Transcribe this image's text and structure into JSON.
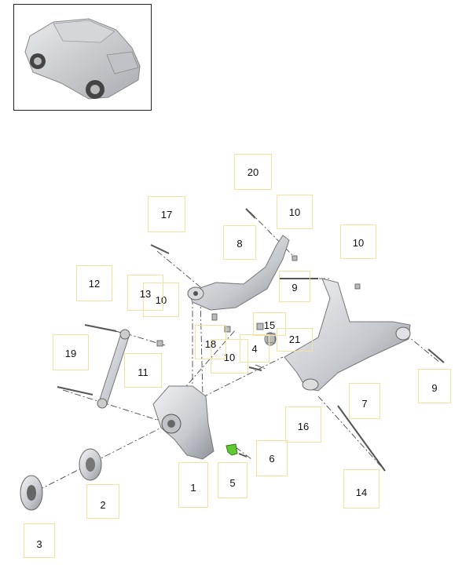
{
  "diagram": {
    "callouts": [
      {
        "id": "c1",
        "label": "1"
      },
      {
        "id": "c2",
        "label": "2"
      },
      {
        "id": "c3",
        "label": "3"
      },
      {
        "id": "c4",
        "label": "4"
      },
      {
        "id": "c5",
        "label": "5"
      },
      {
        "id": "c6",
        "label": "6"
      },
      {
        "id": "c7",
        "label": "7"
      },
      {
        "id": "c8",
        "label": "8"
      },
      {
        "id": "c9a",
        "label": "9"
      },
      {
        "id": "c9b",
        "label": "9"
      },
      {
        "id": "c10a",
        "label": "10"
      },
      {
        "id": "c10b",
        "label": "10"
      },
      {
        "id": "c10c",
        "label": "10"
      },
      {
        "id": "c10d",
        "label": "10"
      },
      {
        "id": "c11",
        "label": "11"
      },
      {
        "id": "c12",
        "label": "12"
      },
      {
        "id": "c13",
        "label": "13"
      },
      {
        "id": "c14",
        "label": "14"
      },
      {
        "id": "c15",
        "label": "15"
      },
      {
        "id": "c16",
        "label": "16"
      },
      {
        "id": "c17",
        "label": "17"
      },
      {
        "id": "c18",
        "label": "18"
      },
      {
        "id": "c19",
        "label": "19"
      },
      {
        "id": "c20",
        "label": "20"
      },
      {
        "id": "c21",
        "label": "21"
      }
    ],
    "highlight_color": "#5fc832",
    "part_color": "#c9ccd1"
  }
}
